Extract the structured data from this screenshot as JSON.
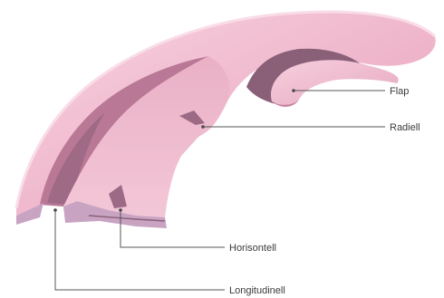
{
  "labels": {
    "flap": "Flap",
    "radiell": "Radiell",
    "horisontell": "Horisontell",
    "longitudinell": "Longitudinell"
  },
  "colors": {
    "pink_light": "#f2c6d6",
    "pink_mid": "#e7a8c0",
    "pink_shadow": "#c9829f",
    "cut_face": "#c8a4c2",
    "cavity": "#8a5f78",
    "leader_line": "#555555"
  }
}
